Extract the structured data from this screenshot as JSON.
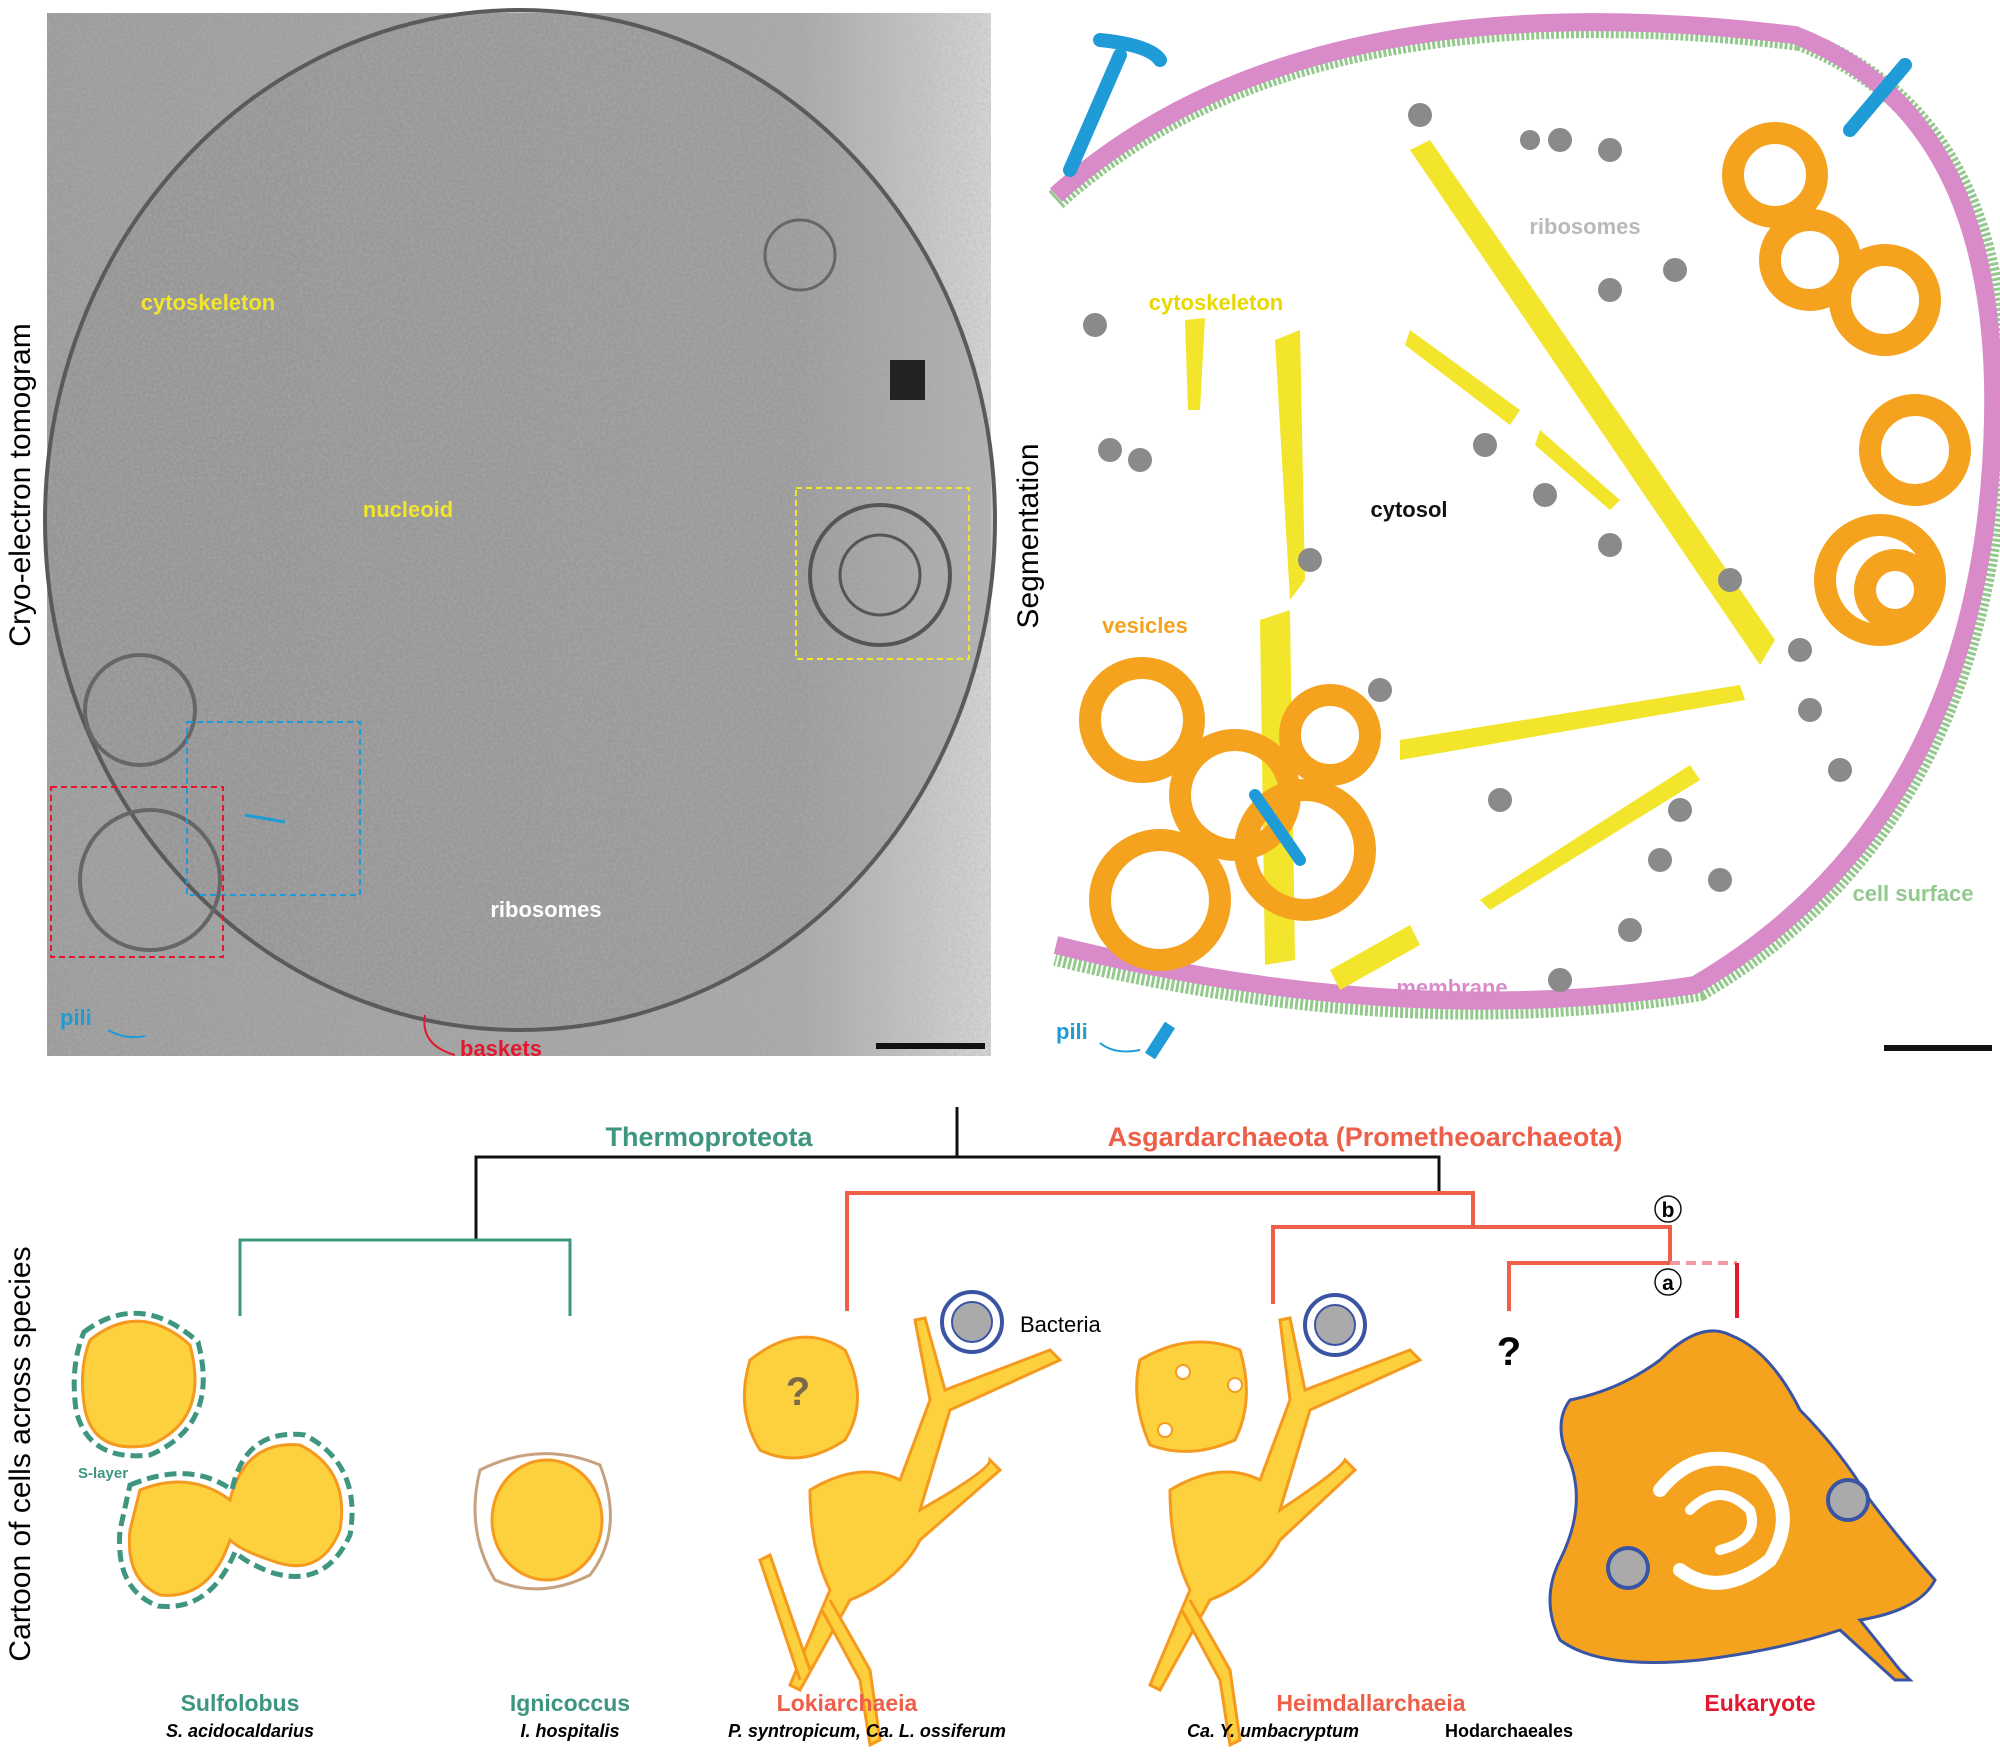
{
  "panels": {
    "tomogram": {
      "side_label": "Cryo-electron tomogram",
      "labels": {
        "cytoskeleton": "cytoskeleton",
        "nucleoid": "nucleoid",
        "ribosomes": "ribosomes",
        "pili": "pili",
        "baskets": "baskets"
      }
    },
    "segmentation": {
      "side_label": "Segmentation",
      "labels": {
        "ribosomes": "ribosomes",
        "cytoskeleton": "cytoskeleton",
        "cytosol": "cytosol",
        "vesicles": "vesicles",
        "cell_surface": "cell surface",
        "membrane": "membrane",
        "pili": "pili"
      }
    },
    "cartoon": {
      "side_label": "Cartoon of cells across species",
      "clades": {
        "thermo": "Thermoproteota",
        "asgard": "Asgardarchaeota (Prometheoarchaeota)"
      },
      "nodes": {
        "a": "a",
        "b": "b"
      },
      "unknown": "?",
      "bacteria": "Bacteria",
      "s_layer": "S-layer",
      "taxa": [
        {
          "name": "Sulfolobus",
          "species": "S. acidocaldarius"
        },
        {
          "name": "Ignicoccus",
          "species": "I. hospitalis"
        },
        {
          "name": "Lokiarchaeia",
          "species": "P. syntropicum, Ca. L. ossiferum"
        },
        {
          "name": "Heimdallarchaeia",
          "species": "Ca. Y. umbacryptum",
          "species2": "Hodarchaeales"
        },
        {
          "name": "Eukaryote"
        }
      ]
    }
  },
  "colors": {
    "thermo": "#3e9580",
    "asgard": "#ee5f4a",
    "eukaryote": "#e3172d",
    "yellow": "#f3e52c",
    "orange": "#f5a31f",
    "pink": "#d88ac9",
    "blue": "#1f9bd7",
    "green": "#93c98c"
  }
}
